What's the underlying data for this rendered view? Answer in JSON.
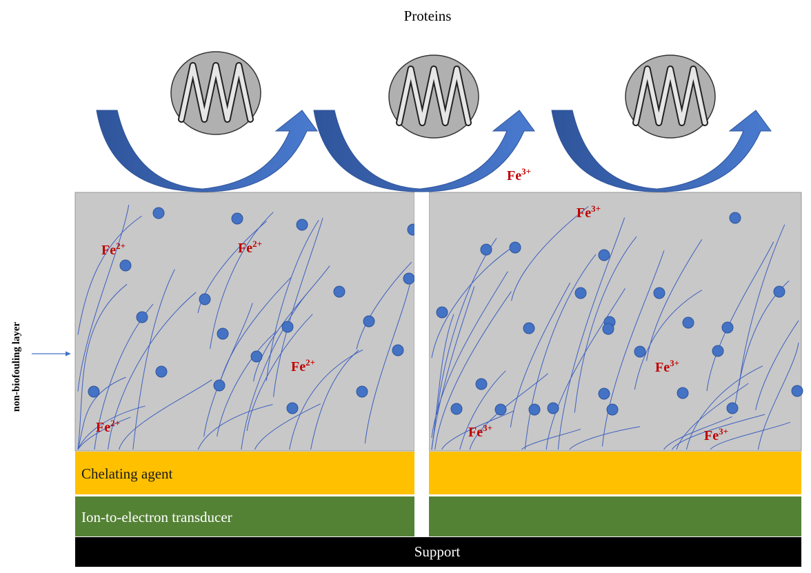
{
  "title": "Proteins",
  "side_label": "non-biofouling layer",
  "layers": {
    "chelating": "Chelating agent",
    "transducer": "Ion-to-electron transducer",
    "support": "Support"
  },
  "ions": {
    "left": {
      "base": "Fe",
      "charge": "2+"
    },
    "right": {
      "base": "Fe",
      "charge": "3+"
    }
  },
  "colors": {
    "polymer_bg": "#c8c8c8",
    "chain": "#3c5fc0",
    "particle": "#4472c4",
    "chelating": "#ffc000",
    "transducer": "#548235",
    "support": "#000000",
    "ion_text": "#c00000",
    "arrow": "#4472c4",
    "protein_fill": "#b0b0b0"
  }
}
